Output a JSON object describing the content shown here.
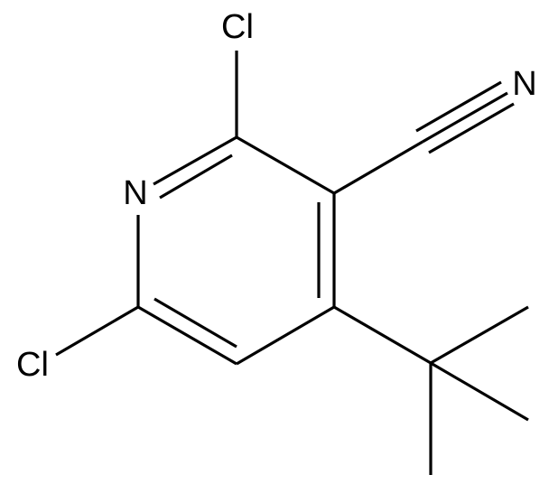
{
  "atoms": {
    "cl_top": "Cl",
    "cl_bottom": "Cl",
    "n_ring": "N",
    "n_nitrile": "N"
  },
  "colors": {
    "bond": "#000000",
    "label": "#000000",
    "background": "#ffffff"
  }
}
